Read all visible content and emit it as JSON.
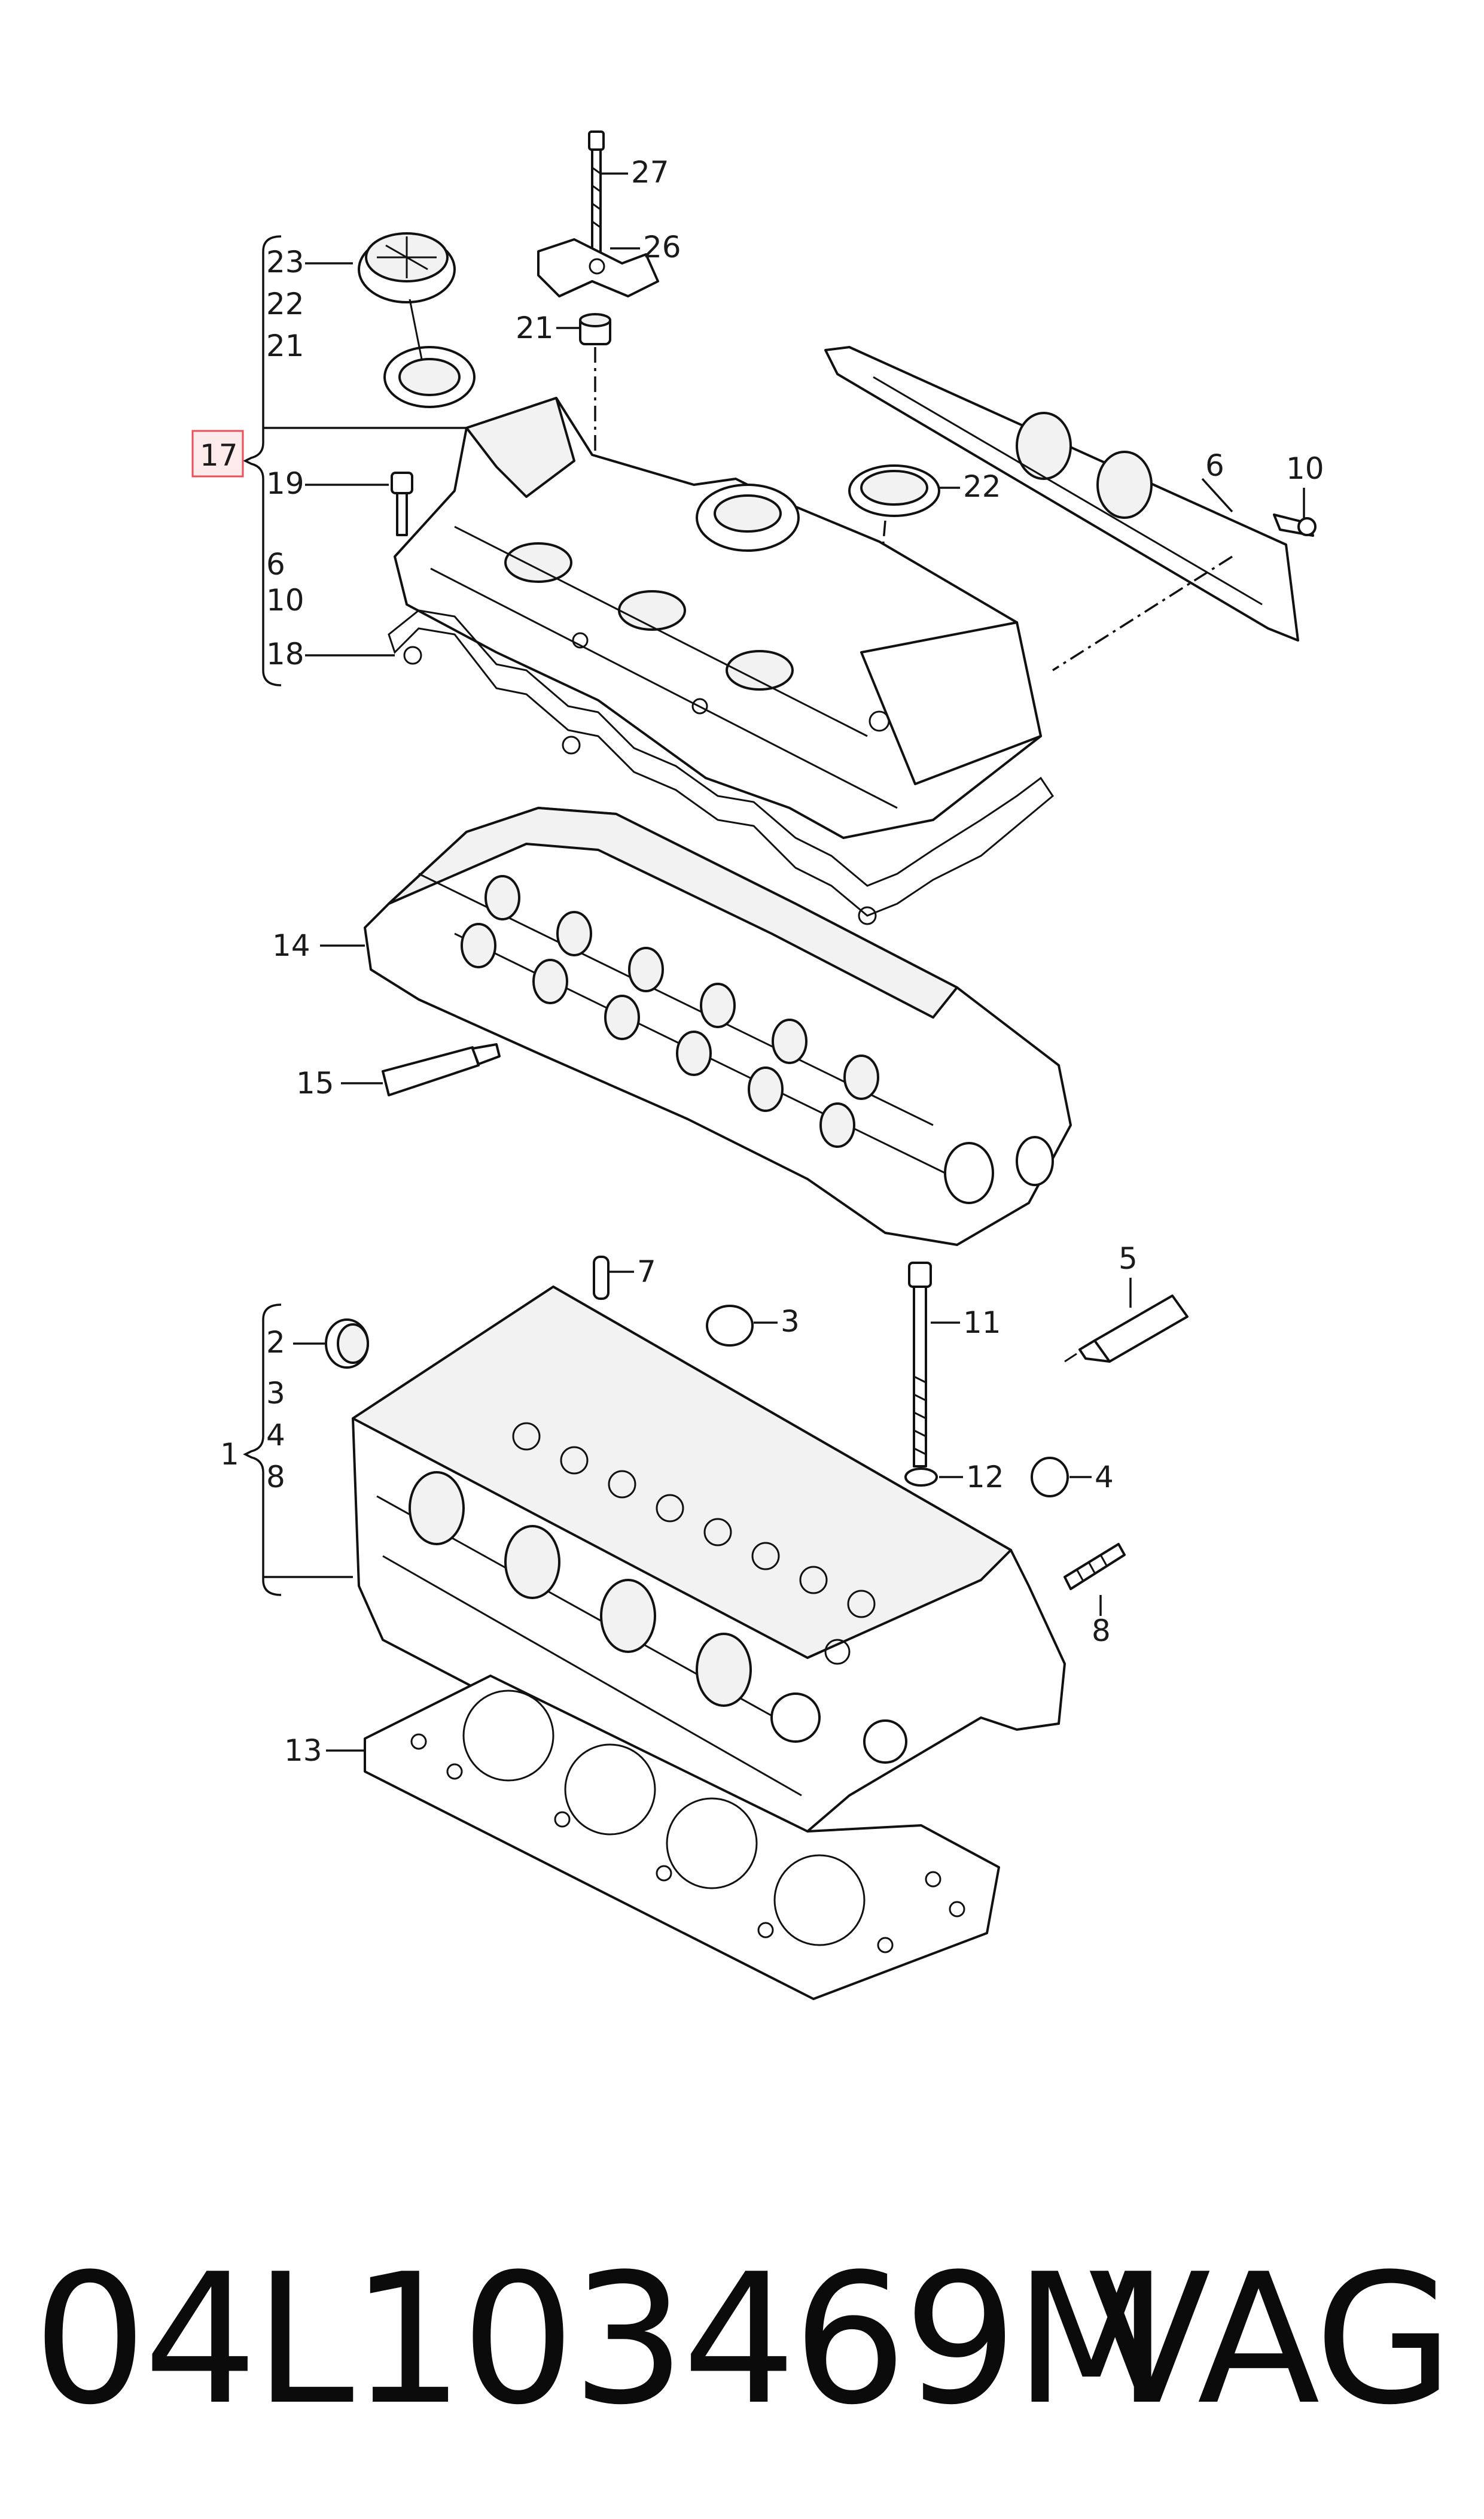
{
  "diagram": {
    "callouts": {
      "c1": "1",
      "c2": "2",
      "c3a": "3",
      "c3b": "3",
      "c4a": "4",
      "c4b": "4",
      "c5": "5",
      "c6a": "6",
      "c6b": "6",
      "c7": "7",
      "c8a": "8",
      "c8b": "8",
      "c10a": "10",
      "c10b": "10",
      "c11": "11",
      "c12": "12",
      "c13": "13",
      "c14": "14",
      "c15": "15",
      "c17": "17",
      "c18": "18",
      "c19": "19",
      "c21a": "21",
      "c21b": "21",
      "c22a": "22",
      "c22b": "22",
      "c23": "23",
      "c26": "26",
      "c27": "27"
    },
    "highlight_color": "#e8505b"
  },
  "footer": {
    "part_number": "04L103469M",
    "brand": "VAG"
  }
}
